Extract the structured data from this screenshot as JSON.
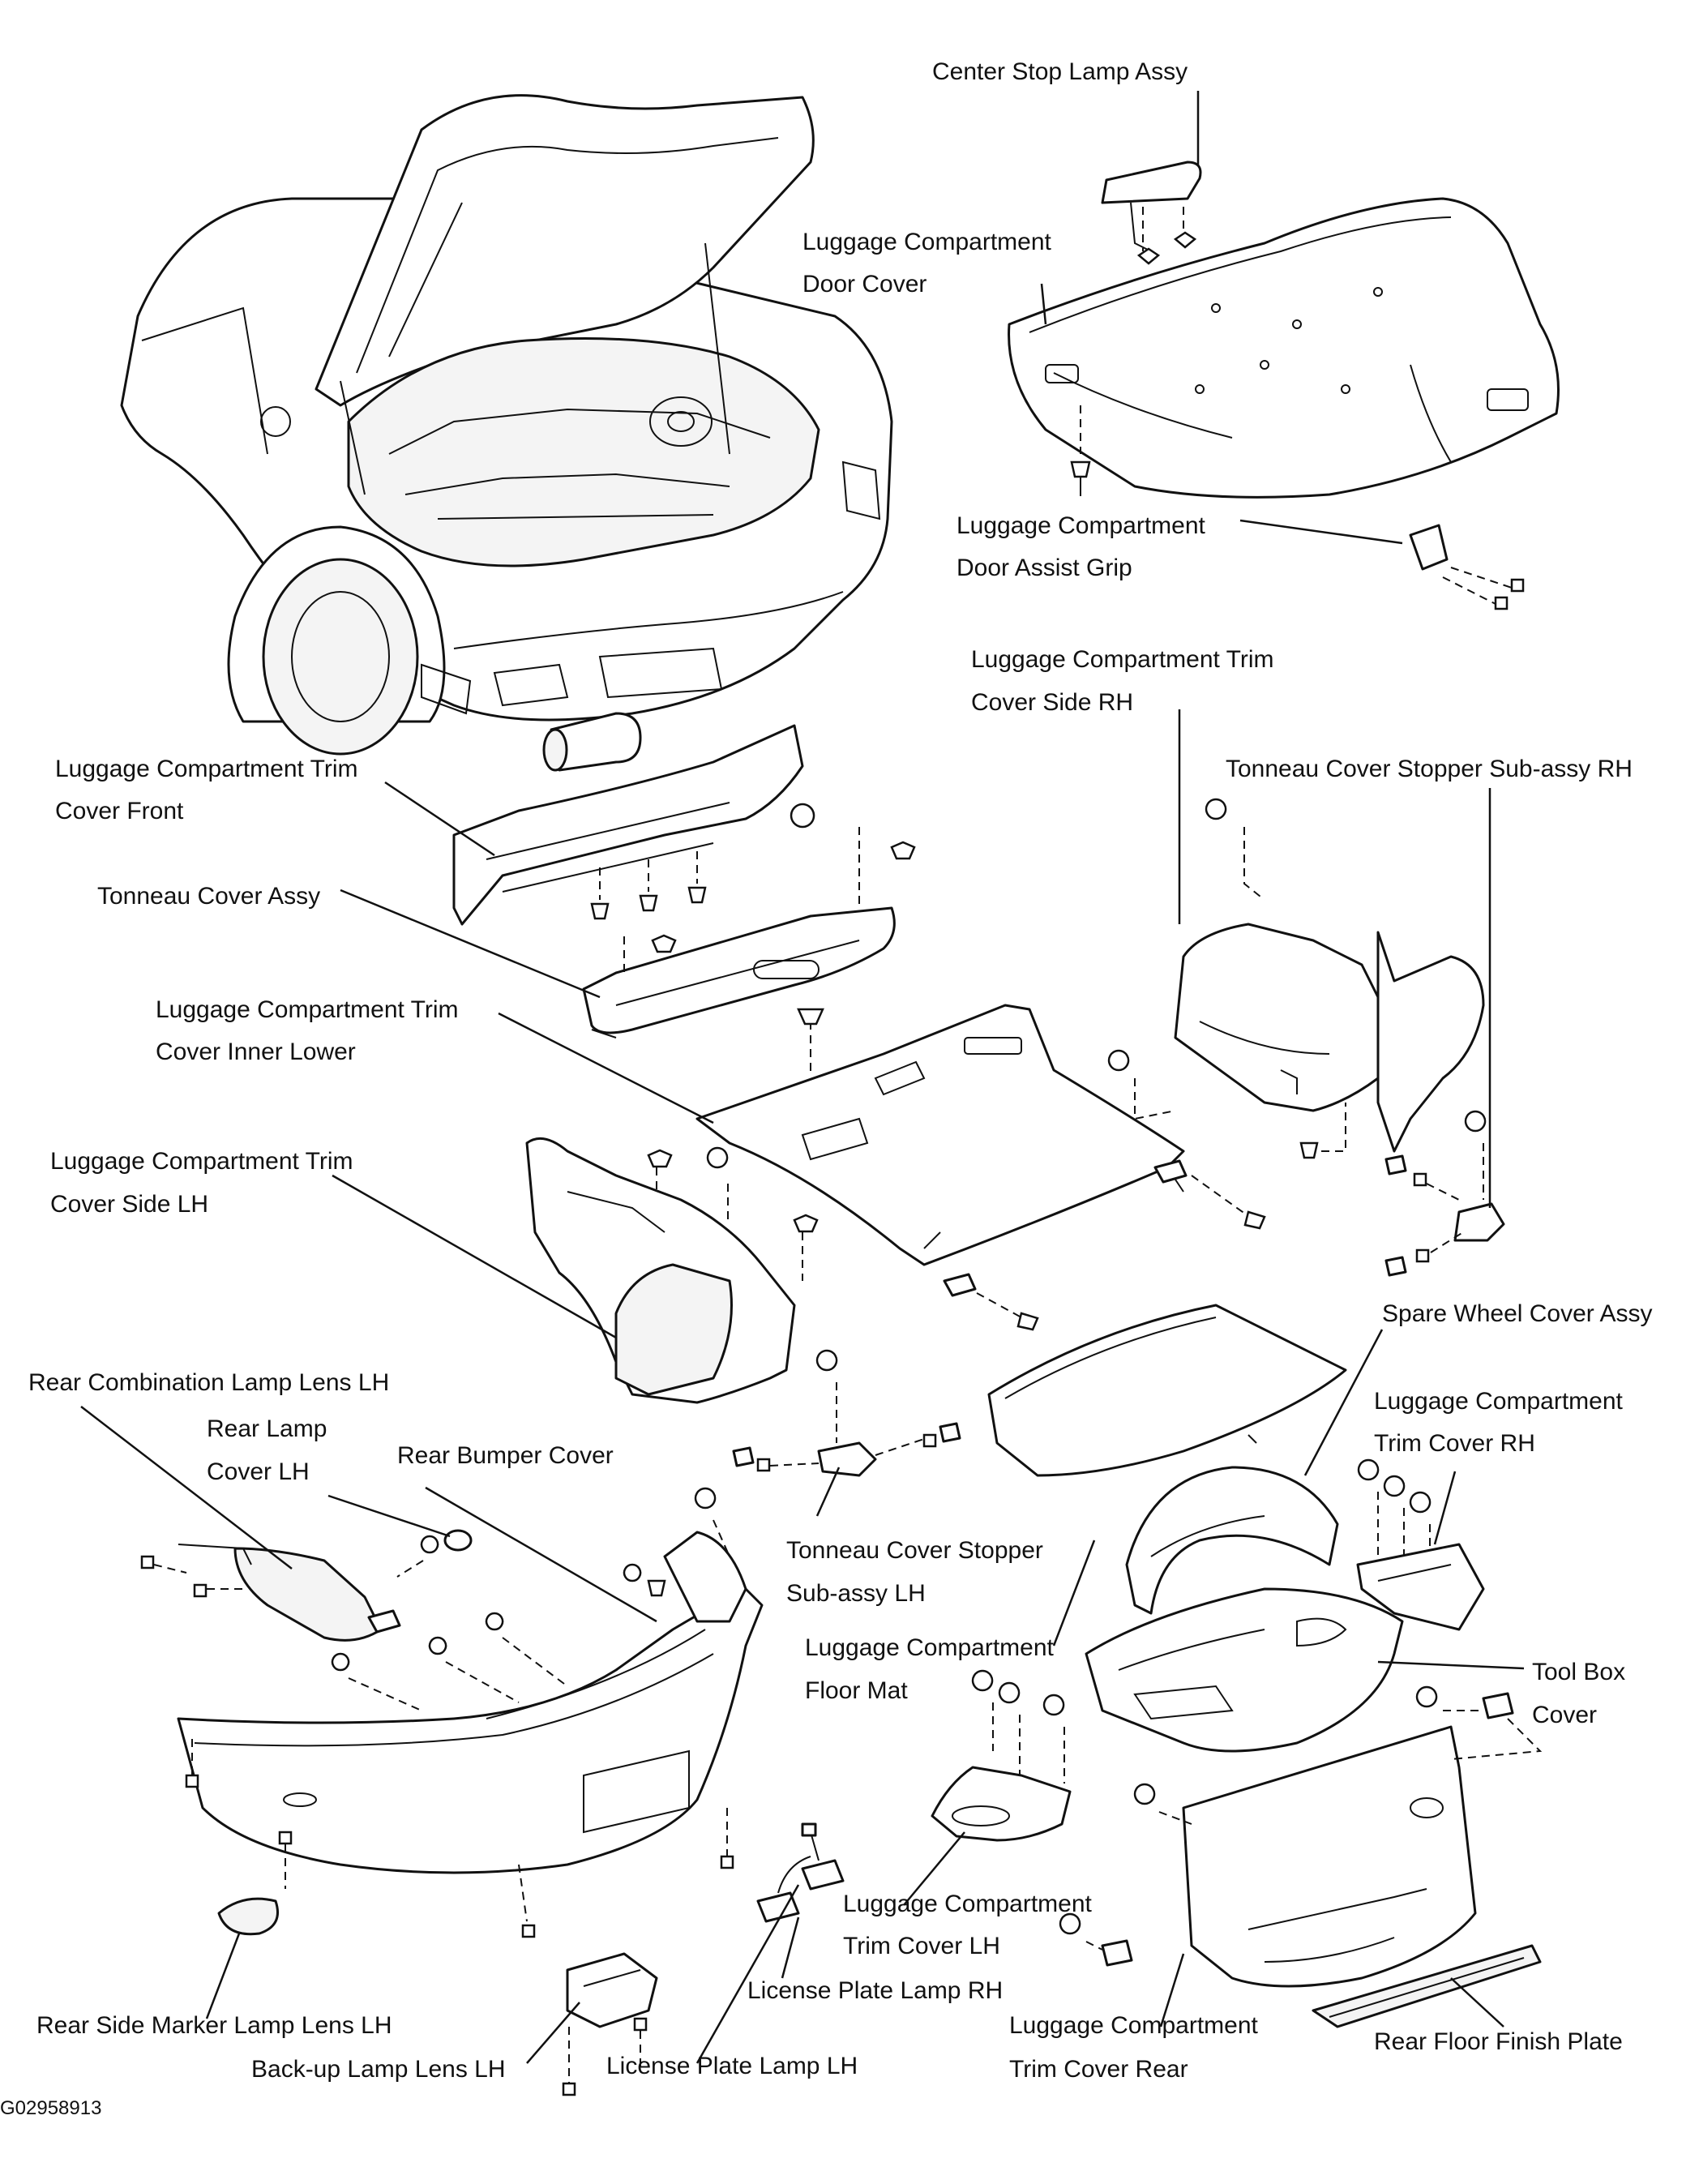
{
  "diagram": {
    "figure_code": "G02958913",
    "labels": {
      "center_stop_lamp": "Center Stop Lamp Assy",
      "door_cover": [
        "Luggage Compartment",
        "Door Cover"
      ],
      "door_assist_grip": [
        "Luggage Compartment",
        "Door Assist Grip"
      ],
      "trim_cover_side_rh": [
        "Luggage Compartment Trim",
        "Cover Side RH"
      ],
      "tonneau_stopper_rh": "Tonneau Cover Stopper Sub-assy RH",
      "trim_cover_front": [
        "Luggage Compartment Trim",
        "Cover Front"
      ],
      "tonneau_cover_assy": "Tonneau Cover Assy",
      "trim_cover_inner_lower": [
        "Luggage Compartment Trim",
        "Cover Inner Lower"
      ],
      "trim_cover_side_lh": [
        "Luggage Compartment Trim",
        "Cover Side LH"
      ],
      "spare_wheel_cover": "Spare Wheel Cover Assy",
      "rear_combination_lamp_lens_lh": "Rear Combination Lamp Lens LH",
      "trim_cover_rh": [
        "Luggage Compartment",
        "Trim Cover RH"
      ],
      "rear_lamp_cover_lh": [
        "Rear Lamp",
        "Cover LH"
      ],
      "rear_bumper_cover": "Rear Bumper Cover",
      "tonneau_stopper_lh": [
        "Tonneau Cover Stopper",
        "Sub-assy  LH"
      ],
      "floor_mat": [
        "Luggage Compartment",
        "Floor Mat"
      ],
      "tool_box_cover": [
        "Tool Box",
        "Cover"
      ],
      "trim_cover_lh": [
        "Luggage Compartment",
        "Trim Cover LH"
      ],
      "license_plate_lamp_rh": "License Plate Lamp RH",
      "rear_side_marker_lamp_lens_lh": "Rear Side Marker Lamp Lens LH",
      "backup_lamp_lens_lh": "Back-up Lamp Lens LH",
      "license_plate_lamp_lh": "License Plate Lamp LH",
      "trim_cover_rear": [
        "Luggage Compartment",
        "Trim Cover Rear"
      ],
      "rear_floor_finish_plate": "Rear Floor Finish Plate"
    }
  }
}
